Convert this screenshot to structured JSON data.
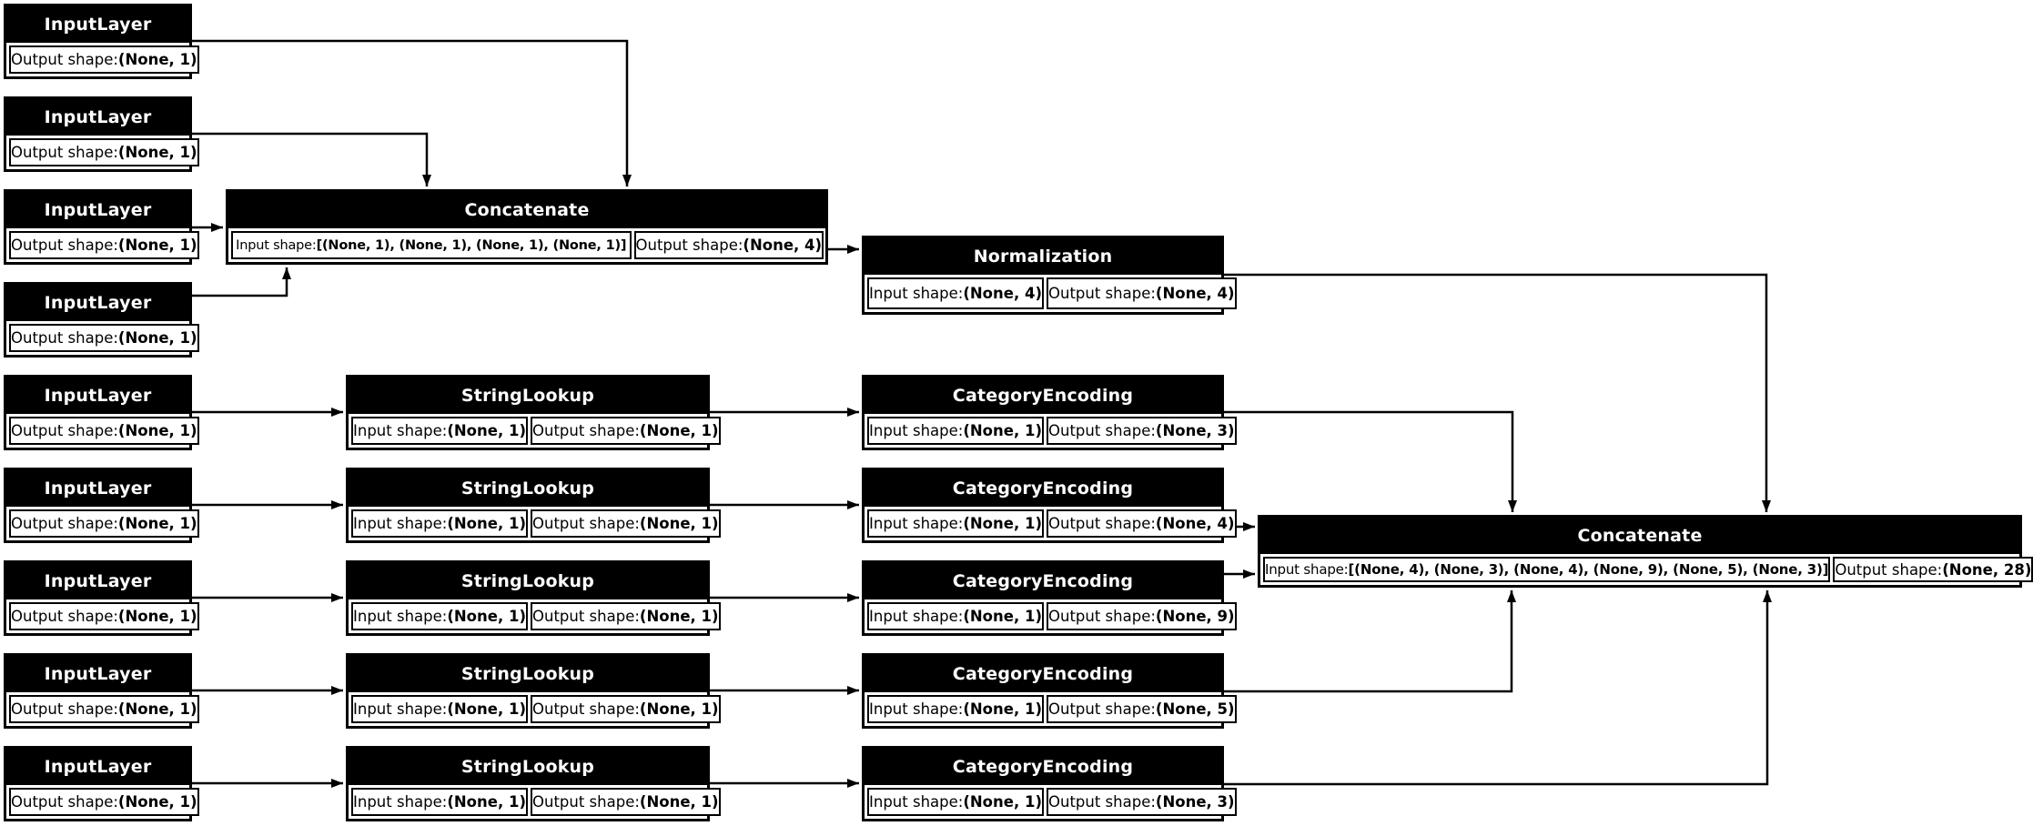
{
  "diagram": {
    "kind": "keras-model-architecture",
    "colors": {
      "background": "#ffffff",
      "node_border": "#000000",
      "header_bg": "#000000",
      "header_text": "#ffffff",
      "body_bg": "#ffffff",
      "body_text": "#000000",
      "edge": "#000000"
    }
  },
  "nodes": [
    {
      "id": "input-1",
      "type": "InputLayer",
      "cells": [
        {
          "label": "Output shape: ",
          "value": "(None, 1)"
        }
      ]
    },
    {
      "id": "input-2",
      "type": "InputLayer",
      "cells": [
        {
          "label": "Output shape: ",
          "value": "(None, 1)"
        }
      ]
    },
    {
      "id": "input-3",
      "type": "InputLayer",
      "cells": [
        {
          "label": "Output shape: ",
          "value": "(None, 1)"
        }
      ]
    },
    {
      "id": "input-4",
      "type": "InputLayer",
      "cells": [
        {
          "label": "Output shape: ",
          "value": "(None, 1)"
        }
      ]
    },
    {
      "id": "input-5",
      "type": "InputLayer",
      "cells": [
        {
          "label": "Output shape: ",
          "value": "(None, 1)"
        }
      ]
    },
    {
      "id": "input-6",
      "type": "InputLayer",
      "cells": [
        {
          "label": "Output shape: ",
          "value": "(None, 1)"
        }
      ]
    },
    {
      "id": "input-7",
      "type": "InputLayer",
      "cells": [
        {
          "label": "Output shape: ",
          "value": "(None, 1)"
        }
      ]
    },
    {
      "id": "input-8",
      "type": "InputLayer",
      "cells": [
        {
          "label": "Output shape: ",
          "value": "(None, 1)"
        }
      ]
    },
    {
      "id": "input-9",
      "type": "InputLayer",
      "cells": [
        {
          "label": "Output shape: ",
          "value": "(None, 1)"
        }
      ]
    },
    {
      "id": "concatenate-1",
      "type": "Concatenate",
      "cells": [
        {
          "label": "Input shape: ",
          "value": "[(None, 1), (None, 1), (None, 1), (None, 1)]"
        },
        {
          "label": "Output shape: ",
          "value": "(None, 4)"
        }
      ]
    },
    {
      "id": "normalization",
      "type": "Normalization",
      "cells": [
        {
          "label": "Input shape: ",
          "value": "(None, 4)"
        },
        {
          "label": "Output shape: ",
          "value": "(None, 4)"
        }
      ]
    },
    {
      "id": "string-lookup-1",
      "type": "StringLookup",
      "cells": [
        {
          "label": "Input shape: ",
          "value": "(None, 1)"
        },
        {
          "label": "Output shape: ",
          "value": "(None, 1)"
        }
      ]
    },
    {
      "id": "string-lookup-2",
      "type": "StringLookup",
      "cells": [
        {
          "label": "Input shape: ",
          "value": "(None, 1)"
        },
        {
          "label": "Output shape: ",
          "value": "(None, 1)"
        }
      ]
    },
    {
      "id": "string-lookup-3",
      "type": "StringLookup",
      "cells": [
        {
          "label": "Input shape: ",
          "value": "(None, 1)"
        },
        {
          "label": "Output shape: ",
          "value": "(None, 1)"
        }
      ]
    },
    {
      "id": "string-lookup-4",
      "type": "StringLookup",
      "cells": [
        {
          "label": "Input shape: ",
          "value": "(None, 1)"
        },
        {
          "label": "Output shape: ",
          "value": "(None, 1)"
        }
      ]
    },
    {
      "id": "string-lookup-5",
      "type": "StringLookup",
      "cells": [
        {
          "label": "Input shape: ",
          "value": "(None, 1)"
        },
        {
          "label": "Output shape: ",
          "value": "(None, 1)"
        }
      ]
    },
    {
      "id": "category-encoding-1",
      "type": "CategoryEncoding",
      "cells": [
        {
          "label": "Input shape: ",
          "value": "(None, 1)"
        },
        {
          "label": "Output shape: ",
          "value": "(None, 3)"
        }
      ]
    },
    {
      "id": "category-encoding-2",
      "type": "CategoryEncoding",
      "cells": [
        {
          "label": "Input shape: ",
          "value": "(None, 1)"
        },
        {
          "label": "Output shape: ",
          "value": "(None, 4)"
        }
      ]
    },
    {
      "id": "category-encoding-3",
      "type": "CategoryEncoding",
      "cells": [
        {
          "label": "Input shape: ",
          "value": "(None, 1)"
        },
        {
          "label": "Output shape: ",
          "value": "(None, 9)"
        }
      ]
    },
    {
      "id": "category-encoding-4",
      "type": "CategoryEncoding",
      "cells": [
        {
          "label": "Input shape: ",
          "value": "(None, 1)"
        },
        {
          "label": "Output shape: ",
          "value": "(None, 5)"
        }
      ]
    },
    {
      "id": "category-encoding-5",
      "type": "CategoryEncoding",
      "cells": [
        {
          "label": "Input shape: ",
          "value": "(None, 1)"
        },
        {
          "label": "Output shape: ",
          "value": "(None, 3)"
        }
      ]
    },
    {
      "id": "concatenate-2",
      "type": "Concatenate",
      "cells": [
        {
          "label": "Input shape: ",
          "value": "[(None, 4), (None, 3), (None, 4), (None, 9), (None, 5), (None, 3)]"
        },
        {
          "label": "Output shape: ",
          "value": "(None, 28)"
        }
      ]
    }
  ],
  "edges": [
    {
      "from": "input-1",
      "to": "concatenate-1"
    },
    {
      "from": "input-2",
      "to": "concatenate-1"
    },
    {
      "from": "input-3",
      "to": "concatenate-1"
    },
    {
      "from": "input-4",
      "to": "concatenate-1"
    },
    {
      "from": "concatenate-1",
      "to": "normalization"
    },
    {
      "from": "normalization",
      "to": "concatenate-2"
    },
    {
      "from": "input-5",
      "to": "string-lookup-1"
    },
    {
      "from": "string-lookup-1",
      "to": "category-encoding-1"
    },
    {
      "from": "category-encoding-1",
      "to": "concatenate-2"
    },
    {
      "from": "input-6",
      "to": "string-lookup-2"
    },
    {
      "from": "string-lookup-2",
      "to": "category-encoding-2"
    },
    {
      "from": "category-encoding-2",
      "to": "concatenate-2"
    },
    {
      "from": "input-7",
      "to": "string-lookup-3"
    },
    {
      "from": "string-lookup-3",
      "to": "category-encoding-3"
    },
    {
      "from": "category-encoding-3",
      "to": "concatenate-2"
    },
    {
      "from": "input-8",
      "to": "string-lookup-4"
    },
    {
      "from": "string-lookup-4",
      "to": "category-encoding-4"
    },
    {
      "from": "category-encoding-4",
      "to": "concatenate-2"
    },
    {
      "from": "input-9",
      "to": "string-lookup-5"
    },
    {
      "from": "string-lookup-5",
      "to": "category-encoding-5"
    },
    {
      "from": "category-encoding-5",
      "to": "concatenate-2"
    }
  ]
}
